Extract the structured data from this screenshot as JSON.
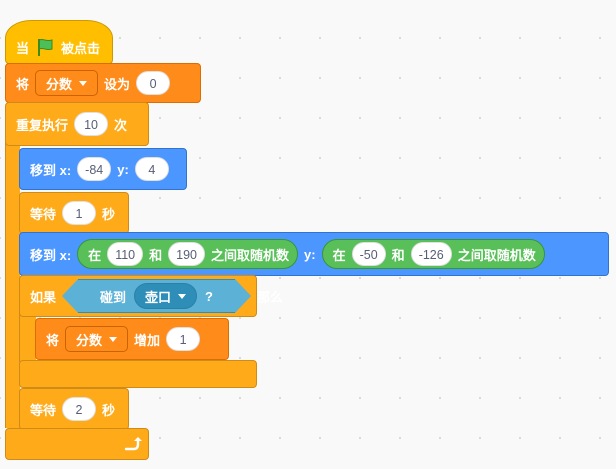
{
  "blocks": {
    "when_flag": {
      "prefix": "当",
      "suffix": "被点击"
    },
    "set_var": {
      "label": "将",
      "variable": "分数",
      "action": "设为",
      "value": "0"
    },
    "repeat": {
      "label": "重复执行",
      "times": "10",
      "unit": "次"
    },
    "goto1": {
      "label": "移到 x:",
      "x": "-84",
      "ylabel": "y:",
      "y": "4"
    },
    "wait1": {
      "label": "等待",
      "secs": "1",
      "unit": "秒"
    },
    "goto2": {
      "label": "移到 x:",
      "rand1": {
        "pre": "在",
        "from": "110",
        "and": "和",
        "to": "190",
        "post": "之间取随机数"
      },
      "ylabel": "y:",
      "rand2": {
        "pre": "在",
        "from": "-50",
        "and": "和",
        "to": "-126",
        "post": "之间取随机数"
      }
    },
    "if_block": {
      "label": "如果",
      "then": "那么"
    },
    "touching": {
      "label": "碰到",
      "target": "壶口",
      "suffix": "?"
    },
    "change_var": {
      "label": "将",
      "variable": "分数",
      "action": "增加",
      "value": "1"
    },
    "wait2": {
      "label": "等待",
      "secs": "2",
      "unit": "秒"
    }
  },
  "icons": {
    "flag": "green-flag-icon",
    "loop": "loop-arrow-icon",
    "dropdown": "caret-down-icon"
  },
  "colors": {
    "events": "#ffbf00",
    "control": "#ffab19",
    "variables": "#ff8c1a",
    "motion": "#4c97ff",
    "operators": "#59c059",
    "sensing": "#5cb1d6"
  }
}
